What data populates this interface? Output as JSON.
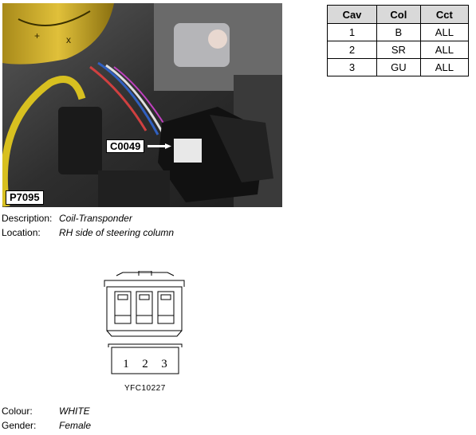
{
  "photo": {
    "id_label": "P7095",
    "callout_label": "C0049"
  },
  "table": {
    "headers": [
      "Cav",
      "Col",
      "Cct"
    ],
    "rows": [
      [
        "1",
        "B",
        "ALL"
      ],
      [
        "2",
        "SR",
        "ALL"
      ],
      [
        "3",
        "GU",
        "ALL"
      ]
    ]
  },
  "description": {
    "label": "Description:",
    "value": "Coil-Transponder"
  },
  "location": {
    "label": "Location:",
    "value": "RH side of steering column"
  },
  "connector": {
    "pins": [
      "1",
      "2",
      "3"
    ],
    "ref": "YFC10227"
  },
  "colour": {
    "label": "Colour:",
    "value": "WHITE"
  },
  "gender": {
    "label": "Gender:",
    "value": "Female"
  }
}
